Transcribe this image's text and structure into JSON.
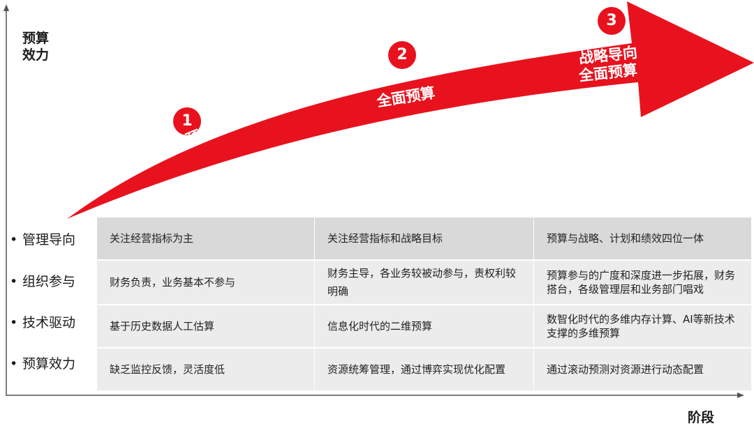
{
  "axes": {
    "y_label_line1": "预算",
    "y_label_line2": "效力",
    "x_label": "阶段"
  },
  "stages": [
    {
      "number": "1",
      "label_line1": "财务预算",
      "label_line2": ""
    },
    {
      "number": "2",
      "label_line1": "全面预算",
      "label_line2": ""
    },
    {
      "number": "3",
      "label_line1": "战略导向",
      "label_line2": "全面预算"
    }
  ],
  "colors": {
    "arrow": "#e8121e",
    "badge": "#e8121e",
    "header": "#d9d9d9",
    "band": "#ececec"
  },
  "table": {
    "rows": [
      {
        "label": "管理导向",
        "cells": [
          "关注经营指标为主",
          "关注经营指标和战略目标",
          "预算与战略、计划和绩效四位一体"
        ]
      },
      {
        "label": "组织参与",
        "cells": [
          "财务负责，业务基本不参与",
          "财务主导，各业务较被动参与，责权利较明确",
          "预算参与的广度和深度进一步拓展，财务搭台，各级管理层和业务部门唱戏"
        ]
      },
      {
        "label": "技术驱动",
        "cells": [
          "基于历史数据人工估算",
          "信息化时代的二维预算",
          "数智化时代的多维内存计算、AI等新技术支撑的多维预算"
        ]
      },
      {
        "label": "预算效力",
        "cells": [
          "缺乏监控反馈，灵活度低",
          "资源统筹管理，通过博弈实现优化配置",
          "通过滚动预测对资源进行动态配置"
        ]
      }
    ]
  }
}
